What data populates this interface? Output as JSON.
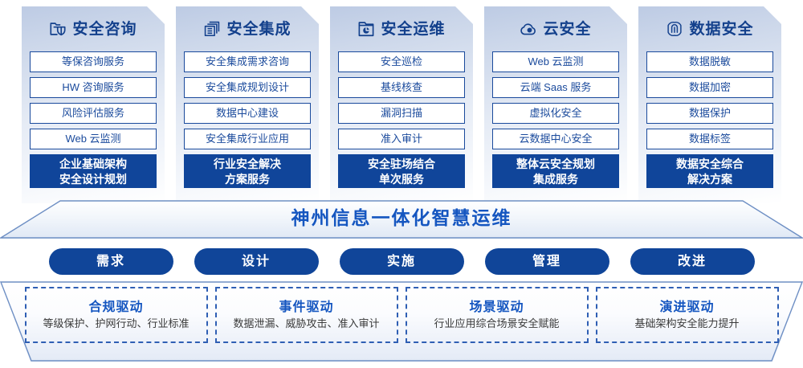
{
  "columns": [
    {
      "icon": "folder-shield-icon",
      "title": "安全咨询",
      "items": [
        "等保咨询服务",
        "HW 咨询服务",
        "风险评估服务",
        "Web 云监测"
      ],
      "highlight": "企业基础架构\n安全设计规划"
    },
    {
      "icon": "documents-stack-icon",
      "title": "安全集成",
      "items": [
        "安全集成需求咨询",
        "安全集成规划设计",
        "数据中心建设",
        "安全集成行业应用"
      ],
      "highlight": "行业安全解决\n方案服务"
    },
    {
      "icon": "monitor-chart-icon",
      "title": "安全运维",
      "items": [
        "安全巡检",
        "基线核查",
        "漏洞扫描",
        "准入审计"
      ],
      "highlight": "安全驻场结合\n单次服务"
    },
    {
      "icon": "cloud-icon",
      "title": "云安全",
      "items": [
        "Web 云监测",
        "云端 Saas 服务",
        "虚拟化安全",
        "云数据中心安全"
      ],
      "highlight": "整体云安全规划\n集成服务"
    },
    {
      "icon": "fingerprint-icon",
      "title": "数据安全",
      "items": [
        "数据脱敏",
        "数据加密",
        "数据保护",
        "数据标签"
      ],
      "highlight": "数据安全综合\n解决方案"
    }
  ],
  "banner": {
    "title": "神州信息一体化智慧运维"
  },
  "pills": [
    {
      "label": "需求"
    },
    {
      "label": "设计"
    },
    {
      "label": "实施"
    },
    {
      "label": "管理"
    },
    {
      "label": "改进"
    }
  ],
  "drivers": [
    {
      "title": "合规驱动",
      "desc": "等级保护、护网行动、行业标准"
    },
    {
      "title": "事件驱动",
      "desc": "数据泄漏、威胁攻击、准入审计"
    },
    {
      "title": "场景驱动",
      "desc": "行业应用综合场景安全赋能"
    },
    {
      "title": "演进驱动",
      "desc": "基础架构安全能力提升"
    }
  ],
  "colors": {
    "primary_blue": "#104599",
    "title_blue": "#13408c",
    "accent_blue": "#1556c0",
    "item_border": "#1a4a9c",
    "dashed_border": "#2f5fb4",
    "panel_gradient_top": "#bdcbe4",
    "panel_gradient_bottom": "#ffffff"
  }
}
